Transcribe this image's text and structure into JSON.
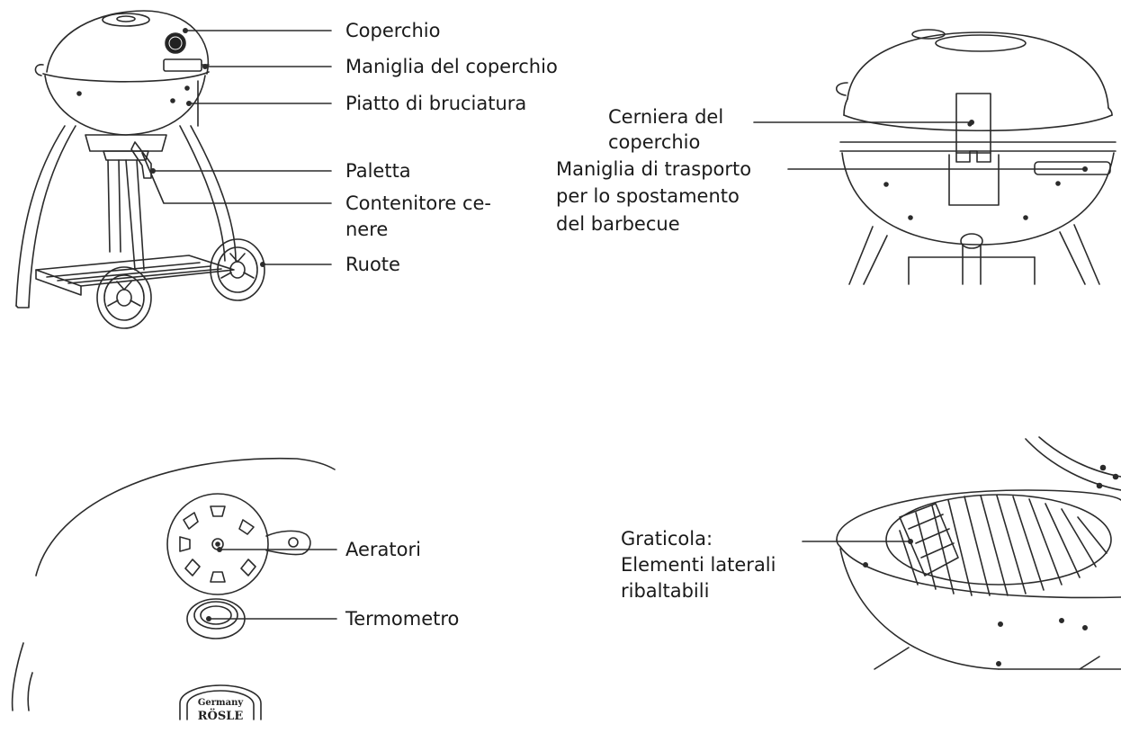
{
  "labels": {
    "coperchio": "Coperchio",
    "maniglia_coperchio": "Maniglia del coperchio",
    "piatto": "Piatto di bruciatura",
    "paletta": "Paletta",
    "contenitore_1": "Contenitore ce-",
    "contenitore_2": "nere",
    "ruote": "Ruote",
    "cerniera_1": "Cerniera del",
    "cerniera_2": "coperchio",
    "trasporto_1": "Maniglia di trasporto",
    "trasporto_2": "per lo spostamento",
    "trasporto_3": "del barbecue",
    "aeratori": "Aeratori",
    "termometro": "Termometro",
    "graticola_1": "Graticola:",
    "graticola_2": "Elementi laterali",
    "graticola_3": "ribaltabili"
  },
  "logo": {
    "top": "Germany",
    "brand": "RÖSLE"
  },
  "colors": {
    "line": "#2b2b2b",
    "text": "#1a1a1a"
  },
  "icons": [
    "kettle-grill-drawing",
    "grill-back-view-drawing",
    "lid-vent-closeup-drawing",
    "grill-grate-drawing"
  ]
}
